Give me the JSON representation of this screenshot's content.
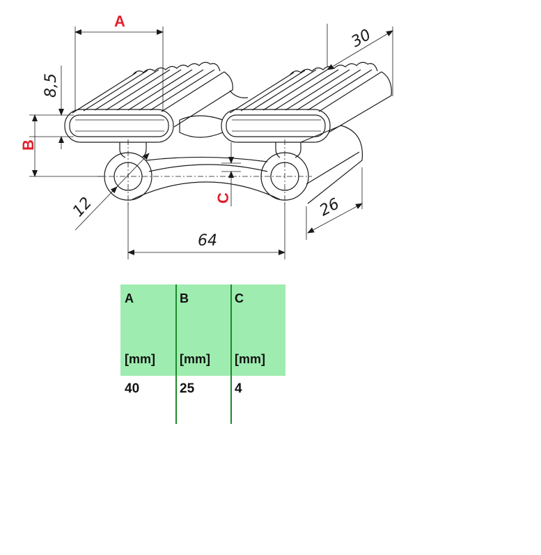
{
  "drawing": {
    "labels": {
      "a": "A",
      "b": "B",
      "c": "C"
    },
    "dimensions": {
      "height": "8,5",
      "depth_top": "30",
      "diameter": "12",
      "depth_bottom": "26",
      "pitch": "64"
    }
  },
  "table": {
    "columns": [
      {
        "header": "A",
        "unit": "[mm]",
        "value": "40"
      },
      {
        "header": "B",
        "unit": "[mm]",
        "value": "25"
      },
      {
        "header": "C",
        "unit": "[mm]",
        "value": "4"
      }
    ]
  },
  "colors": {
    "label": "#e0202a",
    "table_header": "#9eecb0",
    "table_divider": "#1c8a2a"
  }
}
